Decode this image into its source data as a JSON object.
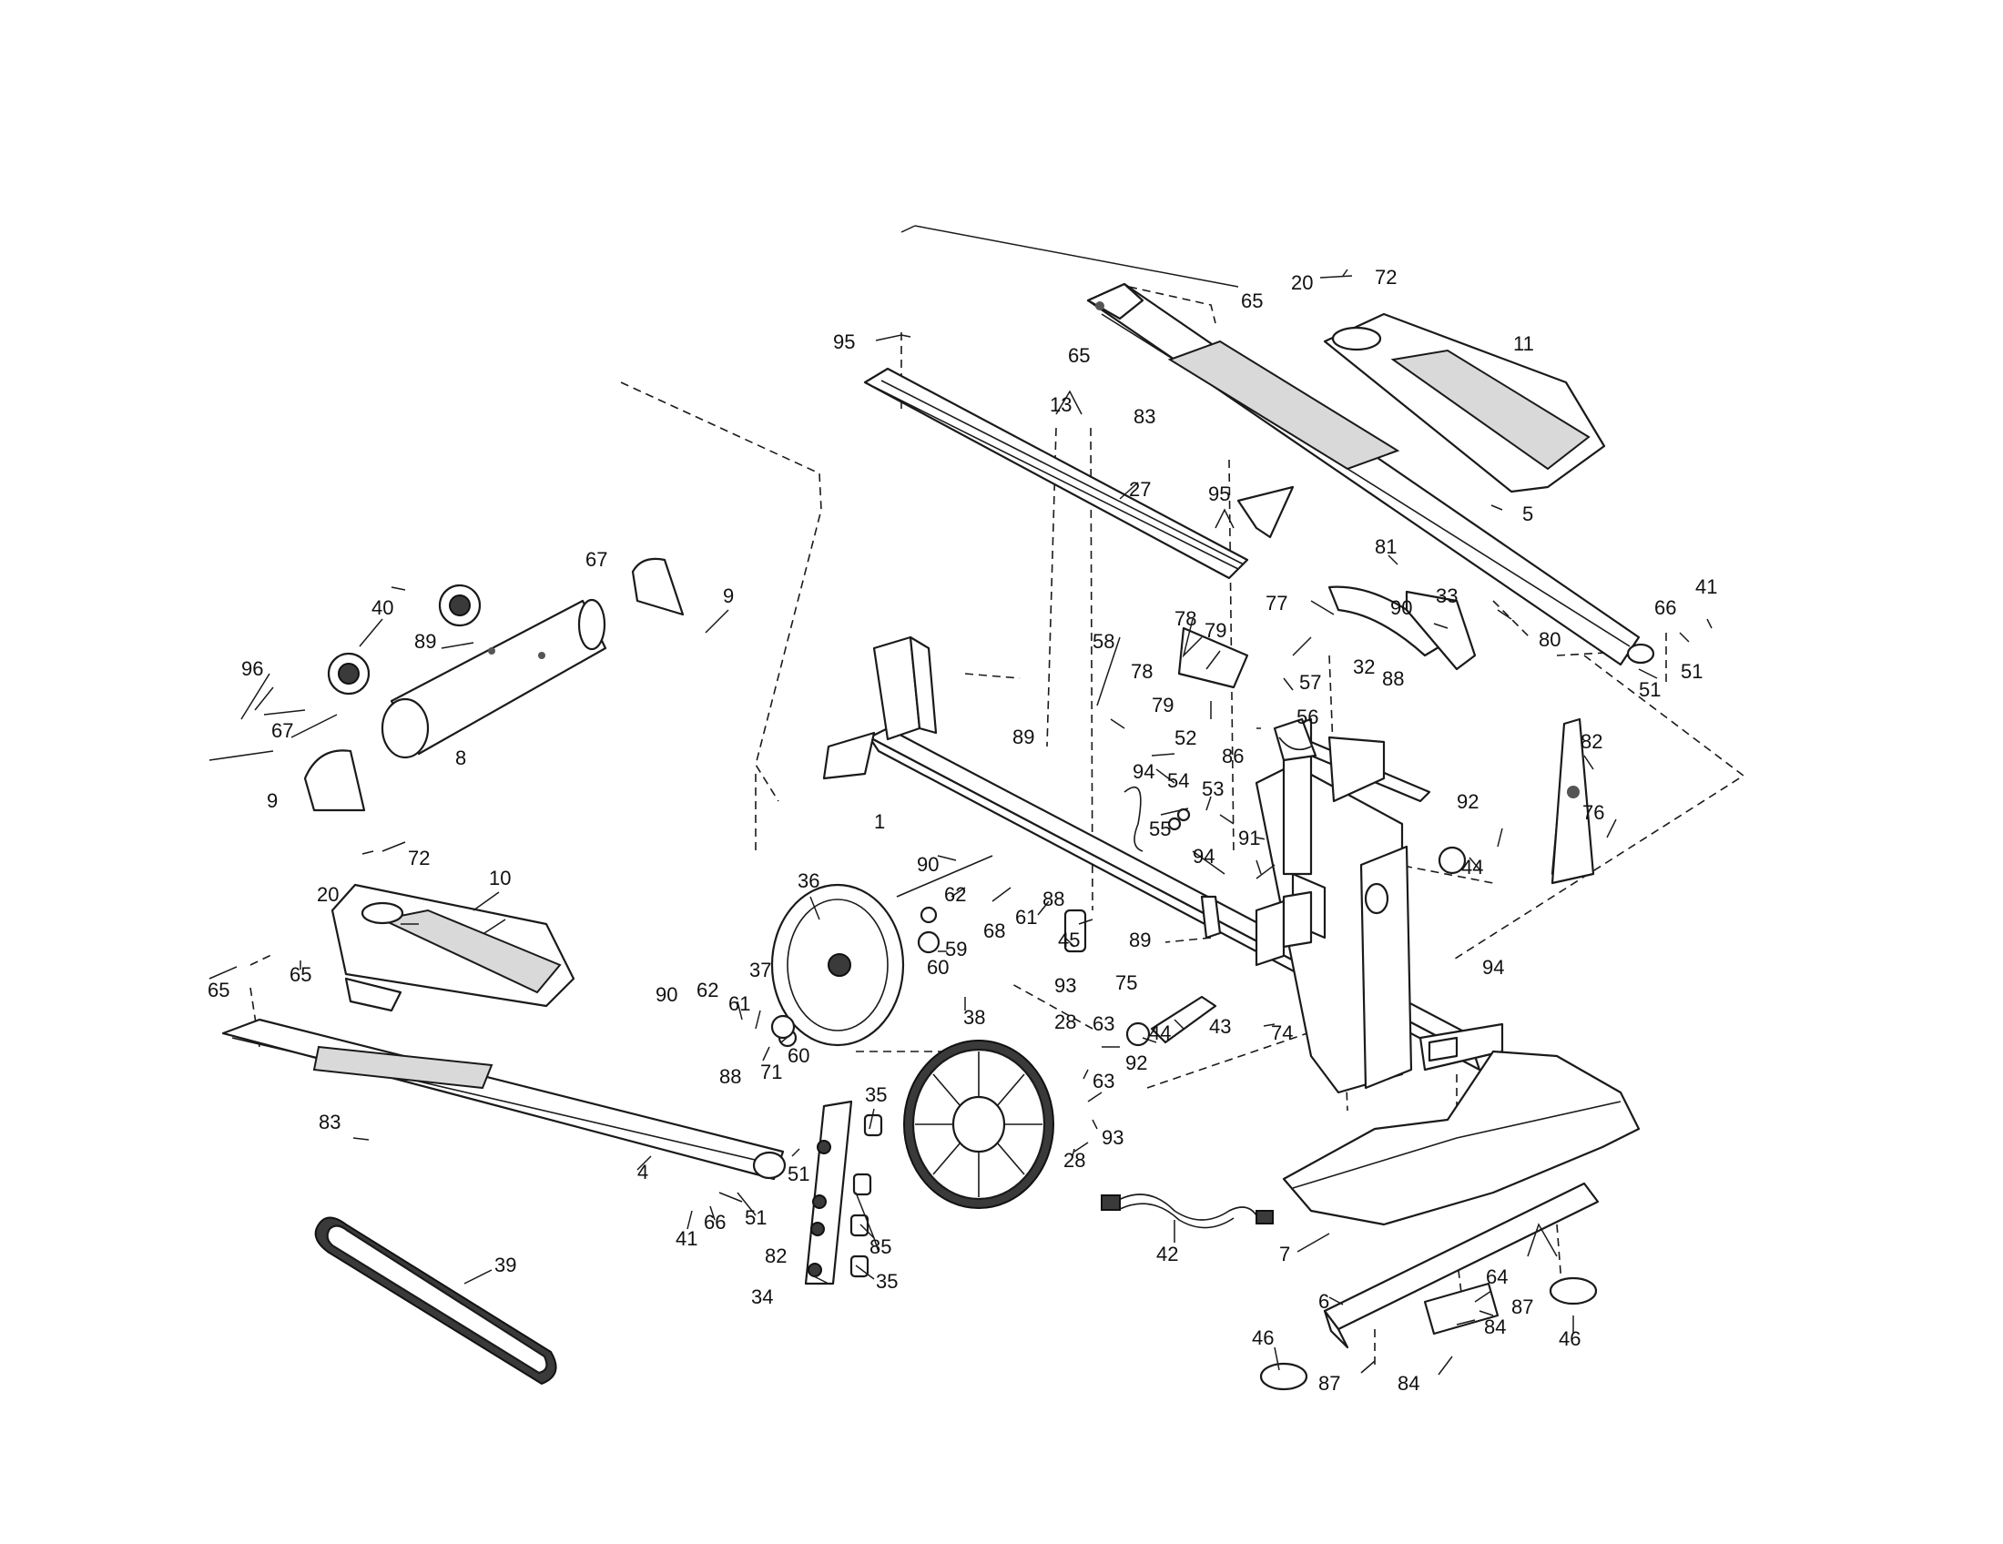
{
  "labels": [
    {
      "id": "c1",
      "text": "65"
    },
    {
      "id": "c2",
      "text": "72"
    },
    {
      "id": "c3",
      "text": "20"
    },
    {
      "id": "c4",
      "text": "95"
    },
    {
      "id": "c5",
      "text": "65"
    },
    {
      "id": "c6",
      "text": "11"
    },
    {
      "id": "c7",
      "text": "13"
    },
    {
      "id": "c8",
      "text": "83"
    },
    {
      "id": "c9",
      "text": "27"
    },
    {
      "id": "c10",
      "text": "95"
    },
    {
      "id": "c11",
      "text": "5"
    },
    {
      "id": "c12",
      "text": "67"
    },
    {
      "id": "c13",
      "text": "9"
    },
    {
      "id": "c14",
      "text": "40"
    },
    {
      "id": "c15",
      "text": "89"
    },
    {
      "id": "c16",
      "text": "96"
    },
    {
      "id": "c17",
      "text": "8"
    },
    {
      "id": "c18",
      "text": "67"
    },
    {
      "id": "c19",
      "text": "9"
    },
    {
      "id": "c20",
      "text": "81"
    },
    {
      "id": "c21",
      "text": "41"
    },
    {
      "id": "c22",
      "text": "77"
    },
    {
      "id": "c23",
      "text": "33"
    },
    {
      "id": "c24",
      "text": "66"
    },
    {
      "id": "c25",
      "text": "90"
    },
    {
      "id": "c26",
      "text": "78"
    },
    {
      "id": "c27",
      "text": "79"
    },
    {
      "id": "c28",
      "text": "80"
    },
    {
      "id": "c29",
      "text": "58"
    },
    {
      "id": "c30",
      "text": "51"
    },
    {
      "id": "c31",
      "text": "78"
    },
    {
      "id": "c32",
      "text": "32"
    },
    {
      "id": "c33",
      "text": "57"
    },
    {
      "id": "c34",
      "text": "51"
    },
    {
      "id": "c35",
      "text": "79"
    },
    {
      "id": "c36",
      "text": "88"
    },
    {
      "id": "c37",
      "text": "89"
    },
    {
      "id": "c38",
      "text": "56"
    },
    {
      "id": "c39",
      "text": "52"
    },
    {
      "id": "c40",
      "text": "86"
    },
    {
      "id": "c41",
      "text": "82"
    },
    {
      "id": "c42",
      "text": "94"
    },
    {
      "id": "c43",
      "text": "54"
    },
    {
      "id": "c44",
      "text": "53"
    },
    {
      "id": "c45",
      "text": "1"
    },
    {
      "id": "c46",
      "text": "55"
    },
    {
      "id": "c47",
      "text": "92"
    },
    {
      "id": "c48",
      "text": "76"
    },
    {
      "id": "c49",
      "text": "94"
    },
    {
      "id": "c50",
      "text": "91"
    },
    {
      "id": "c51",
      "text": "44"
    },
    {
      "id": "c52",
      "text": "72"
    },
    {
      "id": "c53",
      "text": "10"
    },
    {
      "id": "c54",
      "text": "90"
    },
    {
      "id": "c55",
      "text": "20"
    },
    {
      "id": "c56",
      "text": "36"
    },
    {
      "id": "c57",
      "text": "62"
    },
    {
      "id": "c58",
      "text": "88"
    },
    {
      "id": "c59",
      "text": "68"
    },
    {
      "id": "c60",
      "text": "61"
    },
    {
      "id": "c61",
      "text": "45"
    },
    {
      "id": "c62",
      "text": "89"
    },
    {
      "id": "c63",
      "text": "59"
    },
    {
      "id": "c64",
      "text": "60"
    },
    {
      "id": "c65",
      "text": "37"
    },
    {
      "id": "c66",
      "text": "93"
    },
    {
      "id": "c67",
      "text": "75"
    },
    {
      "id": "c68",
      "text": "94"
    },
    {
      "id": "c69",
      "text": "65"
    },
    {
      "id": "c70",
      "text": "62"
    },
    {
      "id": "c71",
      "text": "65"
    },
    {
      "id": "c72",
      "text": "90"
    },
    {
      "id": "c73",
      "text": "61"
    },
    {
      "id": "c74",
      "text": "28"
    },
    {
      "id": "c75",
      "text": "63"
    },
    {
      "id": "c76",
      "text": "44"
    },
    {
      "id": "c77",
      "text": "43"
    },
    {
      "id": "c78",
      "text": "74"
    },
    {
      "id": "c79",
      "text": "38"
    },
    {
      "id": "c80",
      "text": "88"
    },
    {
      "id": "c81",
      "text": "71"
    },
    {
      "id": "c82",
      "text": "60"
    },
    {
      "id": "c83",
      "text": "92"
    },
    {
      "id": "c84",
      "text": "63"
    },
    {
      "id": "c85",
      "text": "35"
    },
    {
      "id": "c86",
      "text": "83"
    },
    {
      "id": "c87",
      "text": "93"
    },
    {
      "id": "c88",
      "text": "4"
    },
    {
      "id": "c89",
      "text": "51"
    },
    {
      "id": "c90",
      "text": "28"
    },
    {
      "id": "c91",
      "text": "41"
    },
    {
      "id": "c92",
      "text": "66"
    },
    {
      "id": "c93",
      "text": "51"
    },
    {
      "id": "c94",
      "text": "42"
    },
    {
      "id": "c95",
      "text": "82"
    },
    {
      "id": "c96",
      "text": "85"
    },
    {
      "id": "c97",
      "text": "7"
    },
    {
      "id": "c98",
      "text": "39"
    },
    {
      "id": "c99",
      "text": "6"
    },
    {
      "id": "c100",
      "text": "64"
    },
    {
      "id": "c101",
      "text": "87"
    },
    {
      "id": "c102",
      "text": "34"
    },
    {
      "id": "c103",
      "text": "35"
    },
    {
      "id": "c104",
      "text": "84"
    },
    {
      "id": "c105",
      "text": "46"
    },
    {
      "id": "c106",
      "text": "46"
    },
    {
      "id": "c107",
      "text": "87"
    },
    {
      "id": "c108",
      "text": "84"
    }
  ]
}
